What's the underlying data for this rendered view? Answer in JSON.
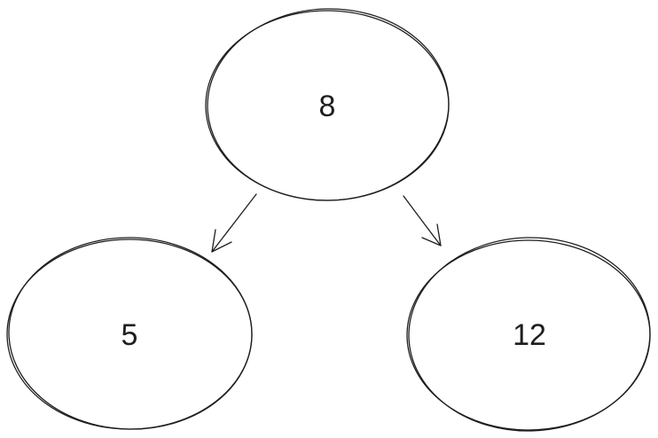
{
  "diagram": {
    "stroke_color": "#1e1e1e",
    "background_color": "#ffffff",
    "nodes": [
      {
        "id": "root",
        "label": "8"
      },
      {
        "id": "left",
        "label": "5"
      },
      {
        "id": "right",
        "label": "12"
      }
    ],
    "edges": [
      {
        "from": "root",
        "to": "left"
      },
      {
        "from": "root",
        "to": "right"
      }
    ]
  }
}
